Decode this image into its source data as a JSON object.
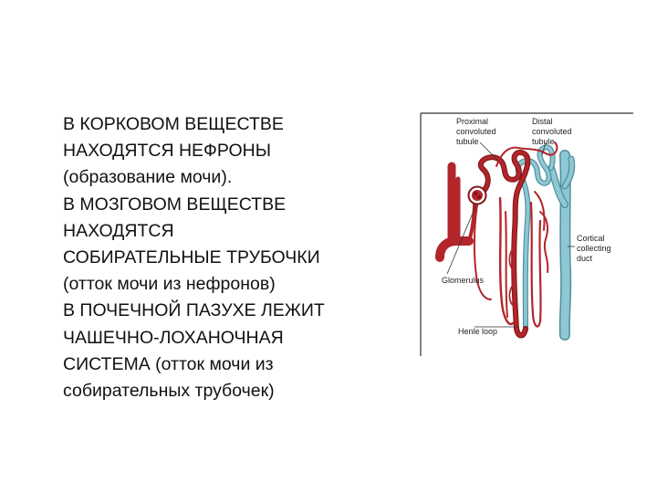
{
  "slide": {
    "paragraphs": [
      [
        "В КОРКОВОМ ВЕЩЕСТВЕ",
        "НАХОДЯТСЯ НЕФРОНЫ",
        "(образование мочи)."
      ],
      [
        "В МОЗГОВОМ ВЕЩЕСТВЕ",
        "НАХОДЯТСЯ",
        "СОБИРАТЕЛЬНЫЕ ТРУБОЧКИ",
        "(отток мочи из нефронов)"
      ],
      [
        "В ПОЧЕЧНОЙ ПАЗУХЕ ЛЕЖИТ",
        "ЧАШЕЧНО-ЛОХАНОЧНАЯ",
        "СИСТЕМА (отток мочи из",
        "собирательных трубочек)"
      ]
    ]
  },
  "figure": {
    "labels": {
      "proximal": [
        "Proximal",
        "convoluted",
        "tubule"
      ],
      "distal": [
        "Distal",
        "convoluted",
        "tubule"
      ],
      "cortical": [
        "Cortical",
        "collecting",
        "duct"
      ],
      "glomerulus": "Glomerulus",
      "henle": "Henle loop"
    },
    "colors": {
      "vessel": "#b3252a",
      "vessel_dark": "#7e1518",
      "duct": "#8fc7d4",
      "duct_dark": "#4e8f9c",
      "frame": "#333333"
    }
  }
}
